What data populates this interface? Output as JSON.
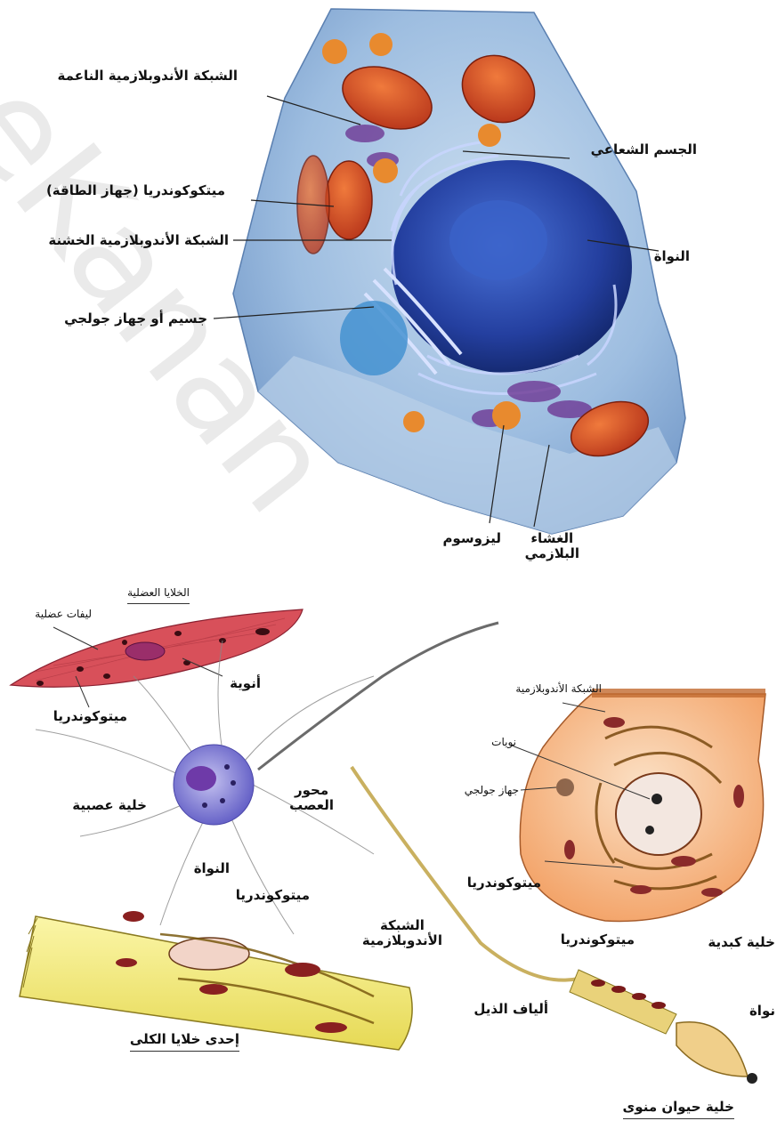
{
  "watermark": "eKanan",
  "animal_cell": {
    "labels": {
      "smooth_er": "الشبكة الأندوبلازمية الناعمة",
      "mitochondria": "ميتكوكوندريا (جهاز الطاقة)",
      "rough_er": "الشبكة الأندوبلازمية الخشنة",
      "golgi": "جسيم أو جهاز جولجي",
      "centrosome": "الجسم الشعاعي",
      "nucleus": "النواة",
      "lysosome": "ليزوسوم",
      "plasma_membrane": "الغشاء\nالبلازمي"
    }
  },
  "muscle_cells": {
    "title": "الخلايا العضلية",
    "fibers": "ليفات عضلية",
    "nuclei": "أنوية",
    "mitochondria": "ميتوكوندريا"
  },
  "nerve_cell": {
    "name": "خلية عصبية",
    "axon": "محور\nالعصب",
    "nucleus": "النواة",
    "mitochondria": "ميتوكوندريا"
  },
  "liver_cell": {
    "name": "خلية كبدية",
    "er": "الشبكة الأندوبلازمية",
    "nucleoli": "نويات",
    "golgi": "جهاز جولجي",
    "mitochondria": "ميتوكوندريا"
  },
  "kidney_cell": {
    "name": "إحدى خلايا الكلى",
    "er": "الشبكة\nالأندوبلازمية"
  },
  "sperm_cell": {
    "name": "خلية حيوان منوى",
    "mitochondria": "ميتوكوندريا",
    "tail_fibers": "ألياف الذيل",
    "nucleus": "نواة"
  },
  "colors": {
    "cytoplasm": "#8fb4dc",
    "nucleus": "#1f3a9e",
    "mitochondria": "#e0502a",
    "muscle": "#d8505a",
    "liver": "#f6b98a",
    "kidney": "#f2ea7a"
  }
}
